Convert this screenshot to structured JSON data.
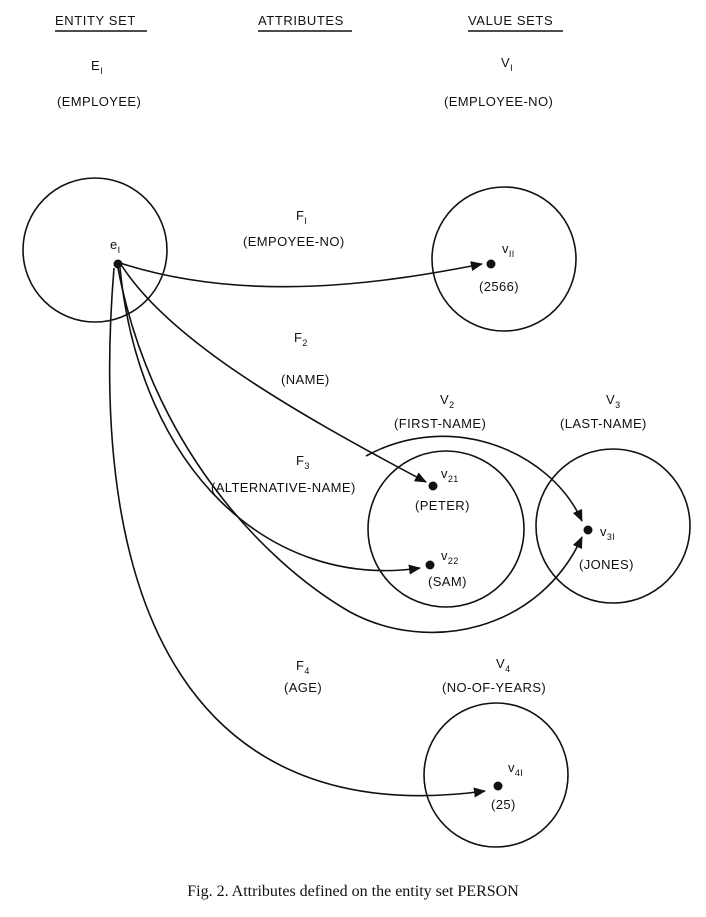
{
  "headers": {
    "entity_set": "ENTITY SET",
    "attributes": "ATTRIBUTES",
    "value_sets": "VALUE SETS"
  },
  "entity": {
    "symbol": "E",
    "subscript": "I",
    "name": "(EMPLOYEE)",
    "element": "e",
    "element_subscript": "I"
  },
  "value_set_top": {
    "symbol": "V",
    "subscript": "I",
    "name": "(EMPLOYEE-NO)"
  },
  "attributes": [
    {
      "symbol": "F",
      "subscript": "I",
      "name": "(EMPOYEE-NO)"
    },
    {
      "symbol": "F",
      "subscript": "2",
      "name": "(NAME)"
    },
    {
      "symbol": "F",
      "subscript": "3",
      "name": "(ALTERNATIVE-NAME)"
    },
    {
      "symbol": "F",
      "subscript": "4",
      "name": "(AGE)"
    }
  ],
  "value_sets": [
    {
      "symbol": "V",
      "subscript": "2",
      "name": "(FIRST-NAME)"
    },
    {
      "symbol": "V",
      "subscript": "3",
      "name": "(LAST-NAME)"
    },
    {
      "symbol": "V",
      "subscript": "4",
      "name": "(NO-OF-YEARS)"
    }
  ],
  "values": [
    {
      "symbol": "v",
      "subscript": "II",
      "value": "(2566)"
    },
    {
      "symbol": "v",
      "subscript": "21",
      "value": "(PETER)"
    },
    {
      "symbol": "v",
      "subscript": "22",
      "value": "(SAM)"
    },
    {
      "symbol": "v",
      "subscript": "3I",
      "value": "(JONES)"
    },
    {
      "symbol": "v",
      "subscript": "4I",
      "value": "(25)"
    }
  ],
  "caption": "Fig. 2. Attributes defined on the entity set PERSON"
}
